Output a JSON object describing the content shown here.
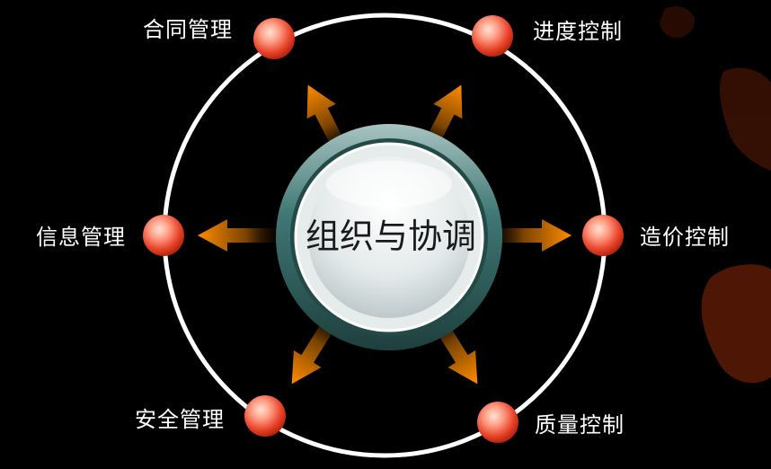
{
  "center": {
    "label": "组织与协调",
    "icon": "hub-button-icon"
  },
  "nodes": [
    {
      "id": "contract",
      "label": "合同管理"
    },
    {
      "id": "schedule",
      "label": "进度控制"
    },
    {
      "id": "cost",
      "label": "造价控制"
    },
    {
      "id": "quality",
      "label": "质量控制"
    },
    {
      "id": "safety",
      "label": "安全管理"
    },
    {
      "id": "information",
      "label": "信息管理"
    }
  ],
  "colors": {
    "background": "#000000",
    "ring": "#ffffff",
    "arrow": "#ff8c00",
    "node": "#e8442a",
    "hub_rim": "#3f7774",
    "hub_face": "#e3e9ea",
    "decor_leaf": "#5a1a06"
  }
}
